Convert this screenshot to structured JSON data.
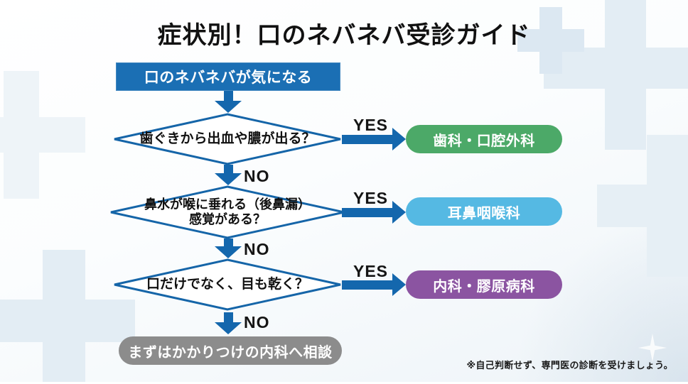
{
  "title": "症状別！口のネバネバ受診ガイド",
  "flow": {
    "start_label": "口のネバネバが気になる",
    "questions": [
      {
        "lines": [
          "歯ぐきから出血や膿が出る？"
        ],
        "yes_label": "YES",
        "no_label": "NO",
        "result": {
          "label": "歯科・口腔外科",
          "color": "#4CA968"
        }
      },
      {
        "lines": [
          "鼻水が喉に垂れる（後鼻漏）",
          "感覚がある？"
        ],
        "yes_label": "YES",
        "no_label": "NO",
        "result": {
          "label": "耳鼻咽喉科",
          "color": "#55B9E3"
        }
      },
      {
        "lines": [
          "口だけでなく、目も乾く？"
        ],
        "yes_label": "YES",
        "no_label": "NO",
        "result": {
          "label": "内科・膠原病科",
          "color": "#8B54A1"
        }
      }
    ],
    "fallback_label": "まずはかかりつけの内科へ相談"
  },
  "footnote": "※自己判断せず、専門医の診断を受けましょう。",
  "colors": {
    "start_box": "#1B6FB4",
    "arrow": "#1467AD",
    "diamond_border": "#1565A8",
    "result_dental": "#4CA968",
    "result_ent": "#55B9E3",
    "result_internal": "#8B54A1",
    "fallback_box": "#8C8C8C",
    "background_cross": "#E3EDF4"
  }
}
